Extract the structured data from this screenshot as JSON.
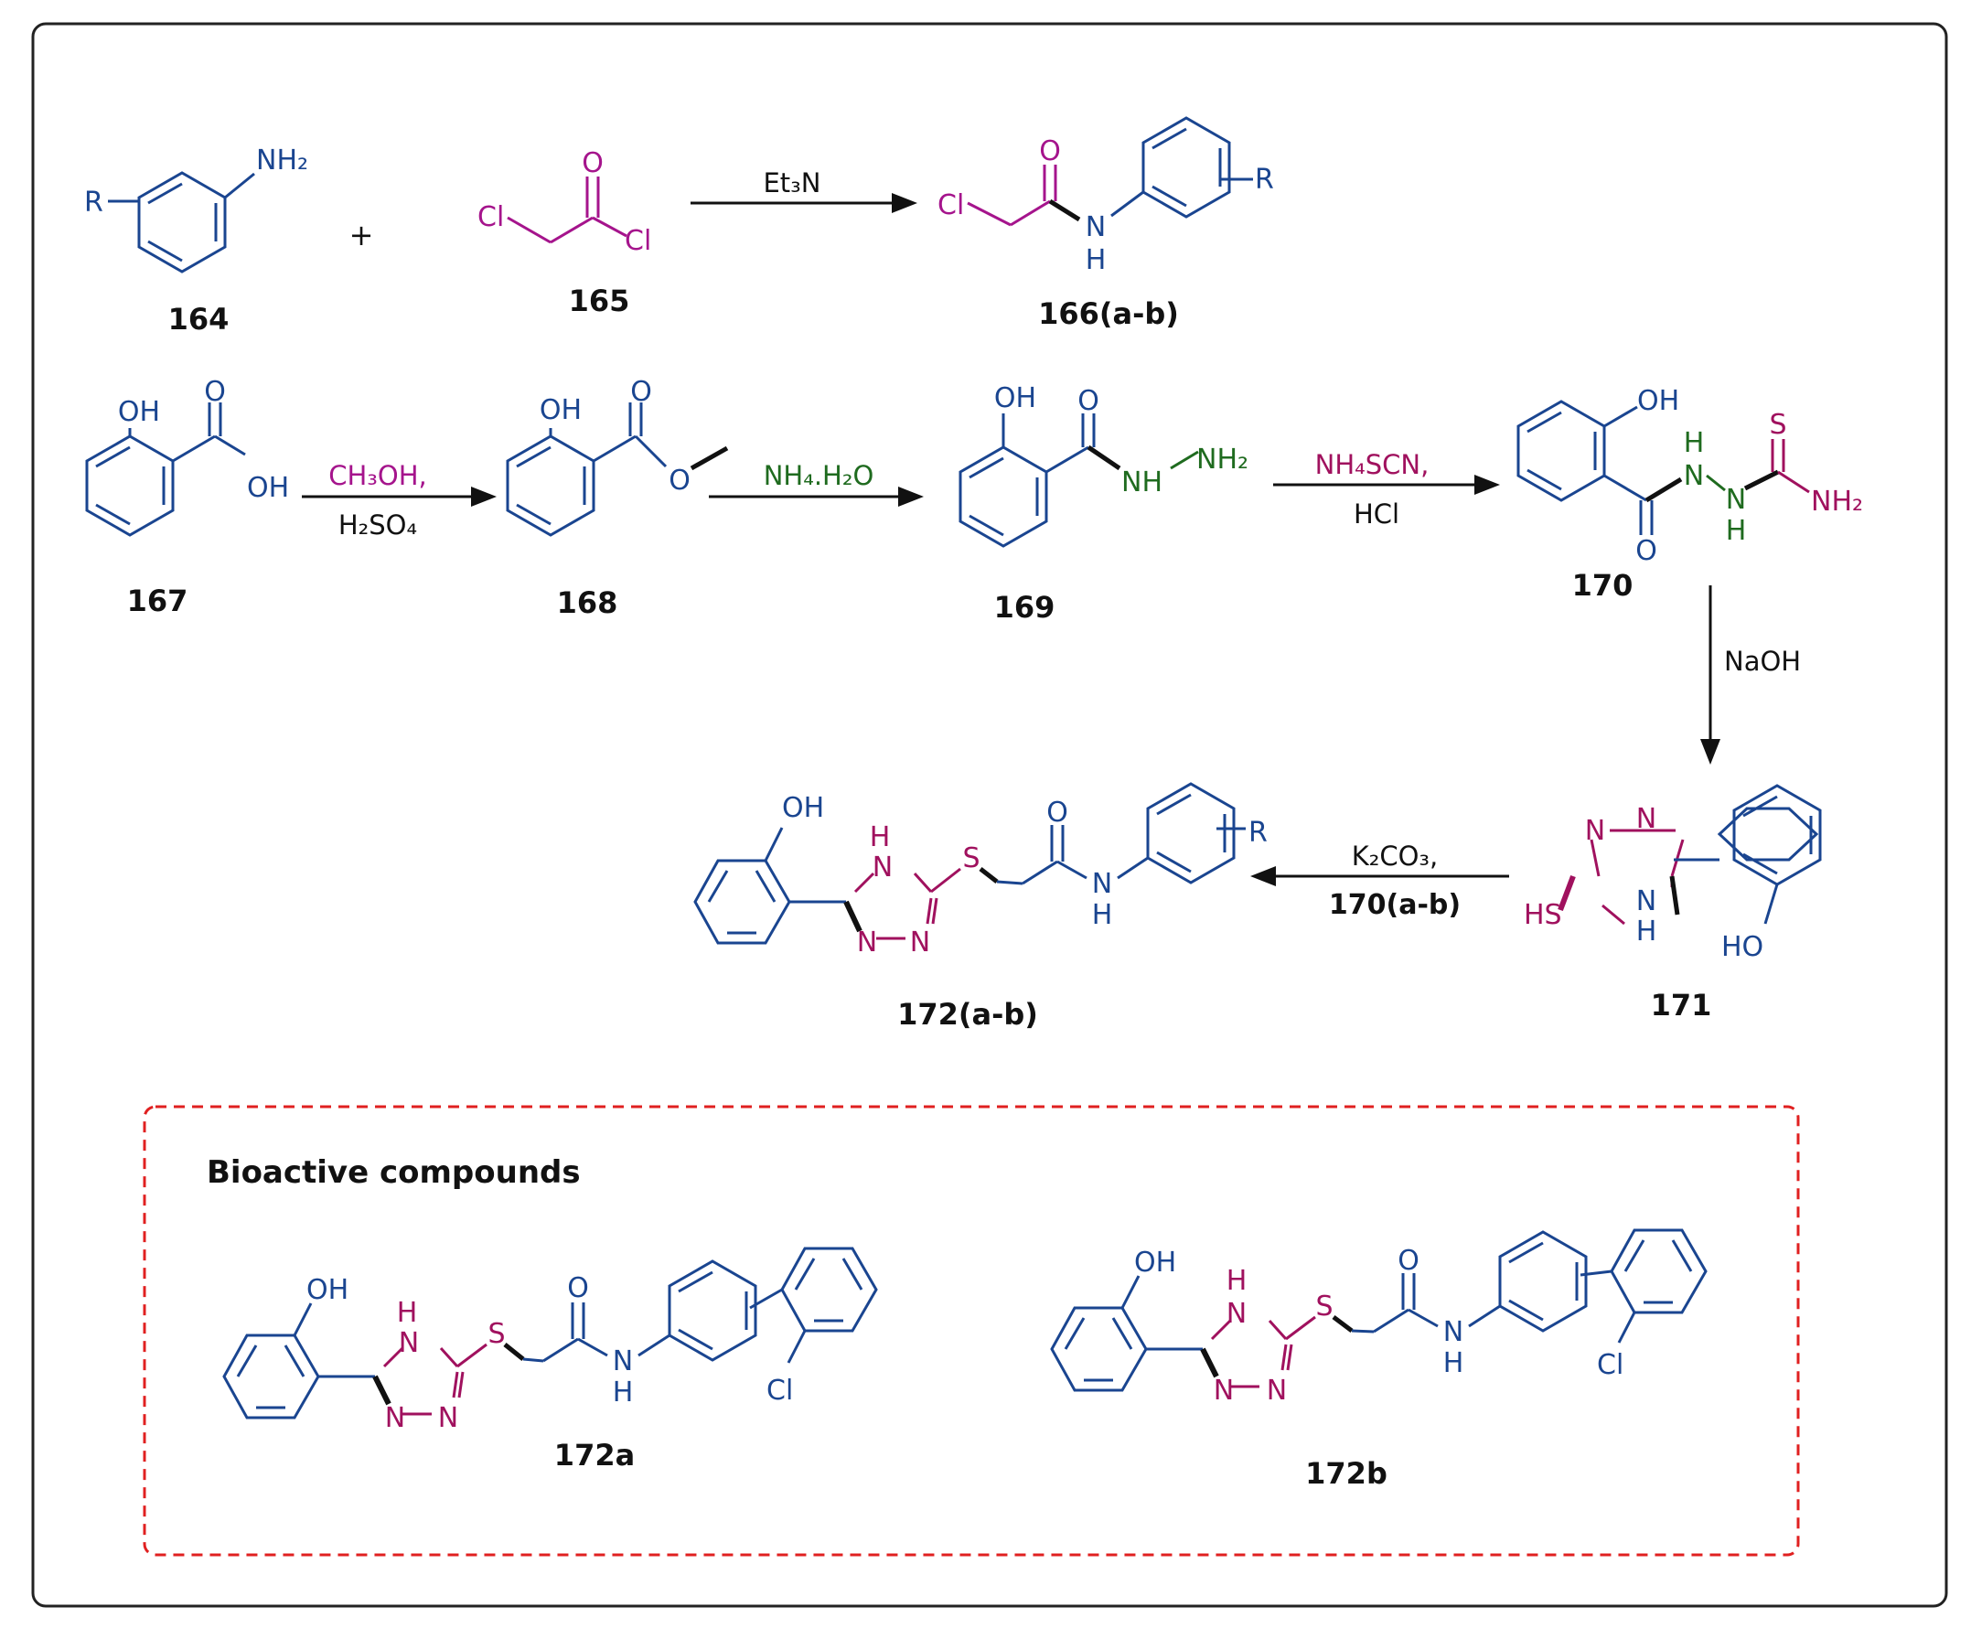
{
  "colors": {
    "ring": "#1a4590",
    "acyl": "#a5148c",
    "hydrazide": "#1f6b1f",
    "triazole": "#a0115e",
    "bond_bold": "#111111",
    "frame": "#222222",
    "dashed_box": "#e02020"
  },
  "reaction1": {
    "c164": "164",
    "c165": "165",
    "c166": "166(a-b)",
    "plus": "+",
    "reagent": "Et₃N"
  },
  "reaction2": {
    "c167": "167",
    "c168": "168",
    "c169": "169",
    "c170": "170",
    "c171": "171",
    "c172": "172(a-b)",
    "step1_top": "CH₃OH,",
    "step1_bottom": "H₂SO₄",
    "step2_top": "NH₄.H₂O",
    "step3_top": "NH₄SCN,",
    "step3_bottom": "HCl",
    "step4": "NaOH",
    "step5_top": "K₂CO₃,",
    "step5_bottom": "170(a-b)"
  },
  "bioactive": {
    "title": "Bioactive compounds",
    "c172a": "172a",
    "c172b": "172b"
  },
  "atoms": {
    "R": "R",
    "NH2": "NH₂",
    "O": "O",
    "Cl": "Cl",
    "N": "N",
    "H": "H",
    "NH": "NH",
    "OH": "OH",
    "HO": "HO",
    "S": "S",
    "HS": "HS"
  }
}
